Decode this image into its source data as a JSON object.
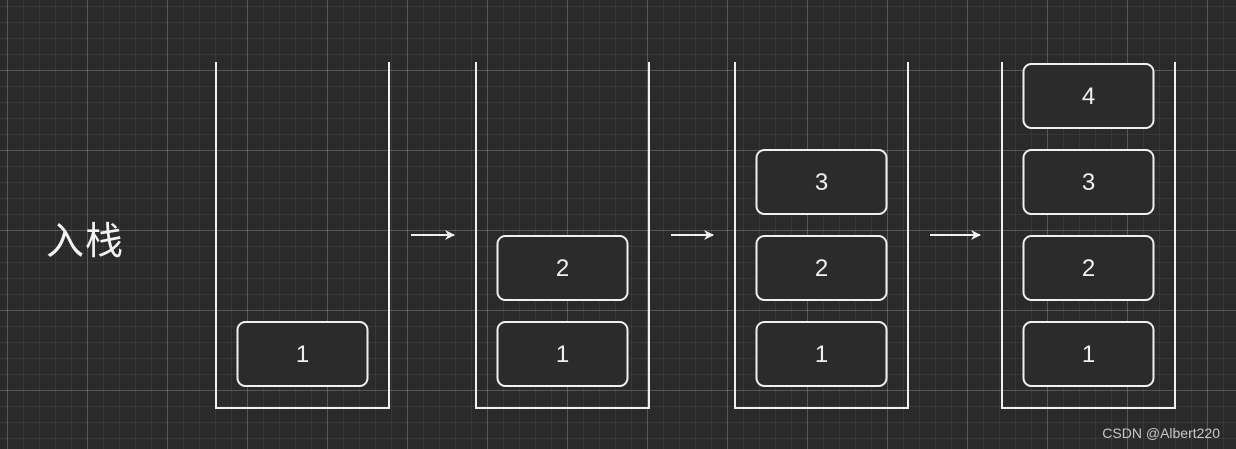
{
  "title": "入栈",
  "watermark": "CSDN @Albert220",
  "colors": {
    "background": "#2a2a2a",
    "stroke": "#f0f0f0",
    "box_fill": "#2b2b2b"
  },
  "stacks": [
    {
      "items": [
        "1"
      ]
    },
    {
      "items": [
        "1",
        "2"
      ]
    },
    {
      "items": [
        "1",
        "2",
        "3"
      ]
    },
    {
      "items": [
        "1",
        "2",
        "3",
        "4"
      ]
    }
  ],
  "arrows": 3
}
